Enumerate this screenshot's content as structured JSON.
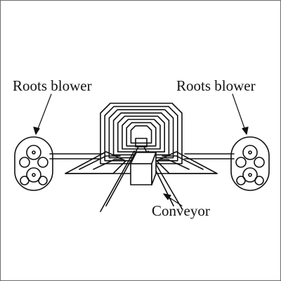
{
  "labels": {
    "left_blower": "Roots blower",
    "right_blower": "Roots blower",
    "conveyor": "Conveyor"
  },
  "colors": {
    "line": "#111111",
    "background": "#ffffff",
    "border": "#6d6d6d"
  }
}
